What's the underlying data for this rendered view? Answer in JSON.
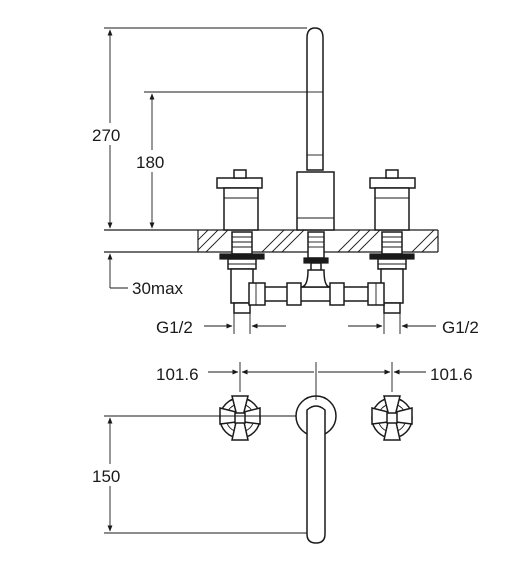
{
  "dimensions": {
    "total_height": "270",
    "spout_height": "180",
    "max_deck": "30max",
    "thread_left": "G1/2",
    "thread_right": "G1/2",
    "spacing_left": "101.6",
    "spacing_right": "101.6",
    "spout_reach": "150"
  }
}
